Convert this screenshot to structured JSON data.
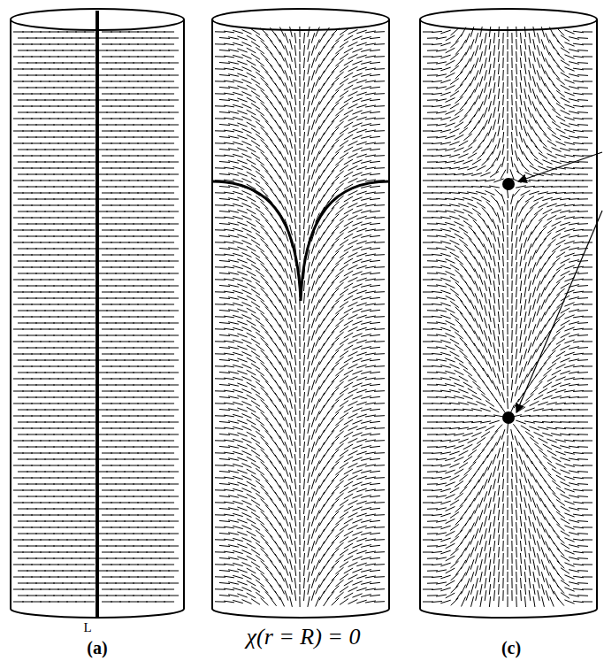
{
  "diagram": {
    "labels": [
      "L",
      "(a)",
      "χ(r = R) = 0",
      "(c)"
    ]
  }
}
